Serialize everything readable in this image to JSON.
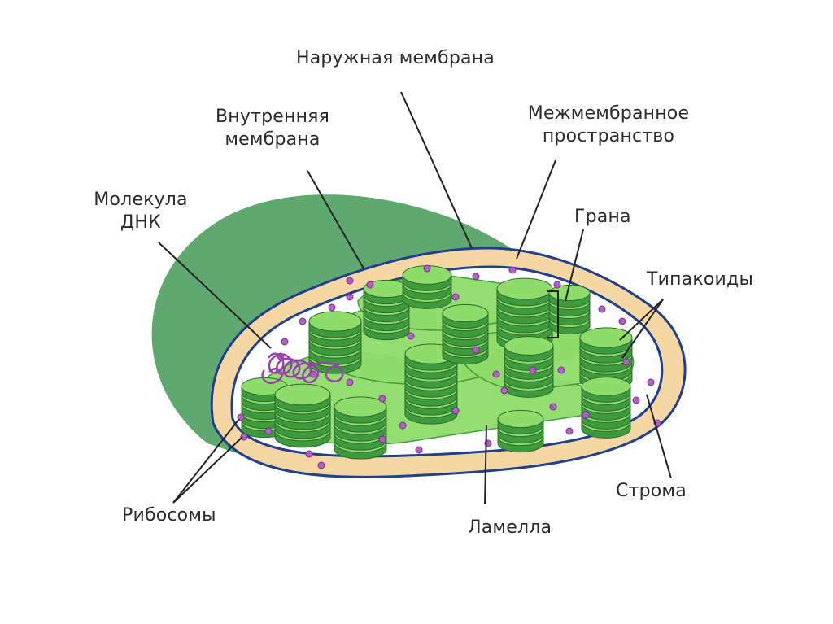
{
  "labels": {
    "outer_membrane": "Наружная мембрана",
    "inner_membrane": [
      "Внутренняя",
      "мембрана"
    ],
    "intermembrane_space": [
      "Межмембранное",
      "пространство"
    ],
    "dna_molecule": [
      "Молекула",
      "ДНК"
    ],
    "grana": "Грана",
    "thylakoids": "Типакоиды",
    "ribosomes": "Рибосомы",
    "stroma": "Строма",
    "lamella": "Ламелла"
  },
  "colors": {
    "outer_shell": "#5fa86f",
    "membrane_outline": "#1f3f8f",
    "intermembrane_fill": "#f6d7a3",
    "stroma_fill": "#ffffff",
    "lamella_fill": "#8fdc6a",
    "granum_side": "#3d9a3d",
    "granum_top": "#8fdc6a",
    "ribosome": "#b45fc8",
    "dna": "#9b3fb0",
    "leader_line": "#222222"
  }
}
